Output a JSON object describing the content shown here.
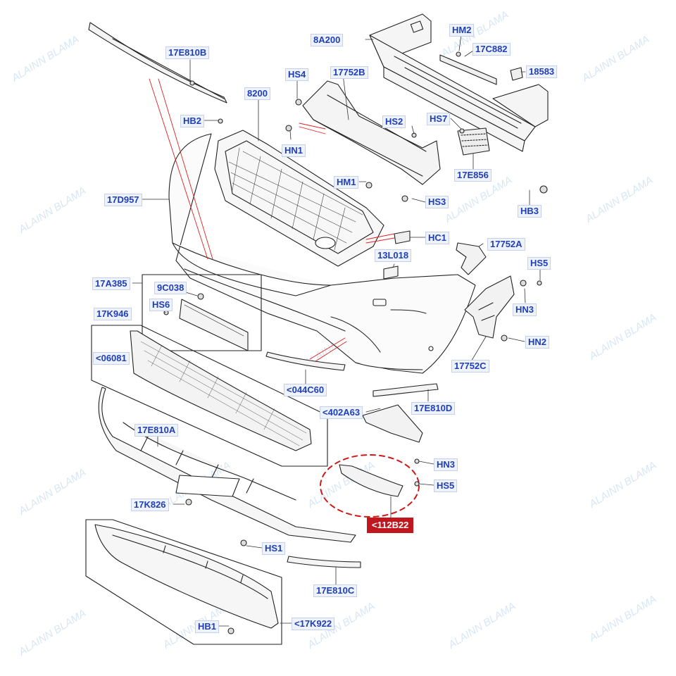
{
  "diagram": {
    "labels": {
      "l17E810B": "17E810B",
      "lHB2": "HB2",
      "l8200": "8200",
      "lHS4": "HS4",
      "l17752B": "17752B",
      "l8A200": "8A200",
      "lHM2": "HM2",
      "l17C882": "17C882",
      "l18583": "18583",
      "lHN1": "HN1",
      "lHS2": "HS2",
      "lHS7": "HS7",
      "l17E856": "17E856",
      "l17D957": "17D957",
      "lHM1": "HM1",
      "lHS3": "HS3",
      "lHB3": "HB3",
      "lHC1": "HC1",
      "l13L018": "13L018",
      "l17752A": "17752A",
      "l17A385": "17A385",
      "l9C038": "9C038",
      "lHS6": "HS6",
      "lHS5a": "HS5",
      "lHN3a": "HN3",
      "l17K946": "17K946",
      "lHN2": "HN2",
      "l06081": "<06081",
      "l17752C": "17752C",
      "l044C60": "<044C60",
      "l17E810D": "17E810D",
      "l402A63": "<402A63",
      "l17E810A": "17E810A",
      "lHN3b": "HN3",
      "lHS5b": "HS5",
      "l17K826": "17K826",
      "l112B22": "<112B22",
      "lHS1": "HS1",
      "l17E810C": "17E810C",
      "lHB1": "HB1",
      "l17K922": "<17K922"
    },
    "highlight_color": "#c0171f",
    "label_color": "#1f3fb8"
  },
  "watermark": {
    "text": "ALAINN BLAMA"
  }
}
